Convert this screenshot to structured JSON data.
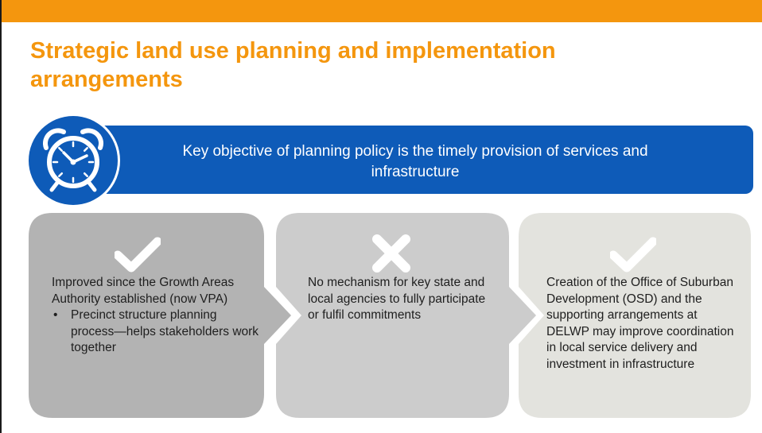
{
  "slide": {
    "title": "Strategic land use planning and implementation arrangements",
    "banner": {
      "text": "Key objective of planning policy is the timely provision of services and infrastructure",
      "icon": "alarm-clock-icon",
      "color": "#0e5bb8"
    },
    "accent_color": "#f4960e",
    "panels": [
      {
        "status_icon": "checkmark-icon",
        "text": "Improved since the Growth Areas Authority established (now VPA)",
        "bullets": [
          "Precinct structure planning process—helps stakeholders work together"
        ],
        "color": "#b3b3b3"
      },
      {
        "status_icon": "cross-icon",
        "text": "No mechanism for key state and local agencies to fully participate or fulfil commitments",
        "bullets": [],
        "color": "#cccccc"
      },
      {
        "status_icon": "checkmark-icon",
        "text": "Creation of the Office of Suburban Development (OSD) and the supporting arrangements at DELWP may improve coordination in local service delivery and investment in infrastructure",
        "bullets": [],
        "color": "#e3e3de"
      }
    ]
  }
}
